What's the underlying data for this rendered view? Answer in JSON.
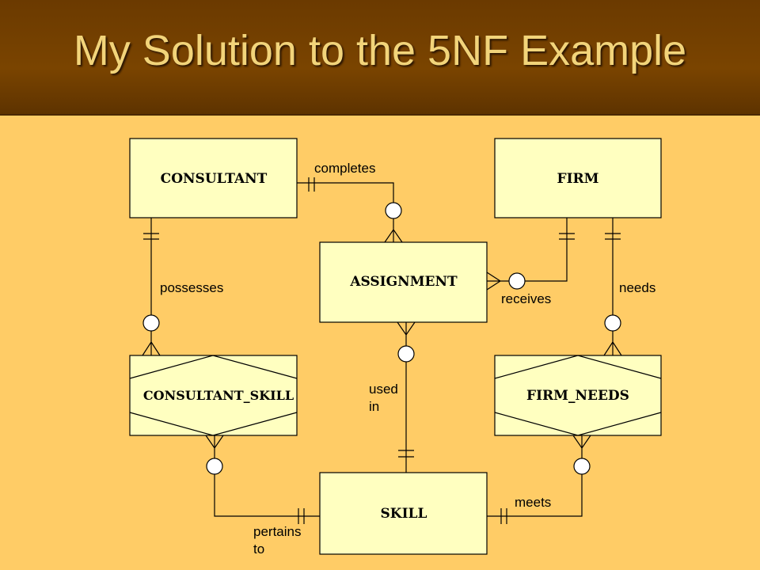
{
  "slide": {
    "title": "My Solution to the 5NF Example"
  },
  "entities": {
    "consultant": "CONSULTANT",
    "firm": "FIRM",
    "assignment": "ASSIGNMENT",
    "consultant_skill": "CONSULTANT_SKILL",
    "firm_needs": "FIRM_NEEDS",
    "skill": "SKILL"
  },
  "relationships": {
    "completes": "completes",
    "possesses": "possesses",
    "receives": "receives",
    "needs": "needs",
    "used": "used",
    "in": "in",
    "pertains": "pertains",
    "to": "to",
    "meets": "meets"
  },
  "colors": {
    "header_bg": "#6b3a00",
    "title_text": "#f2d47a",
    "slide_bg": "#ffcc66",
    "entity_fill": "#ffffc0"
  }
}
